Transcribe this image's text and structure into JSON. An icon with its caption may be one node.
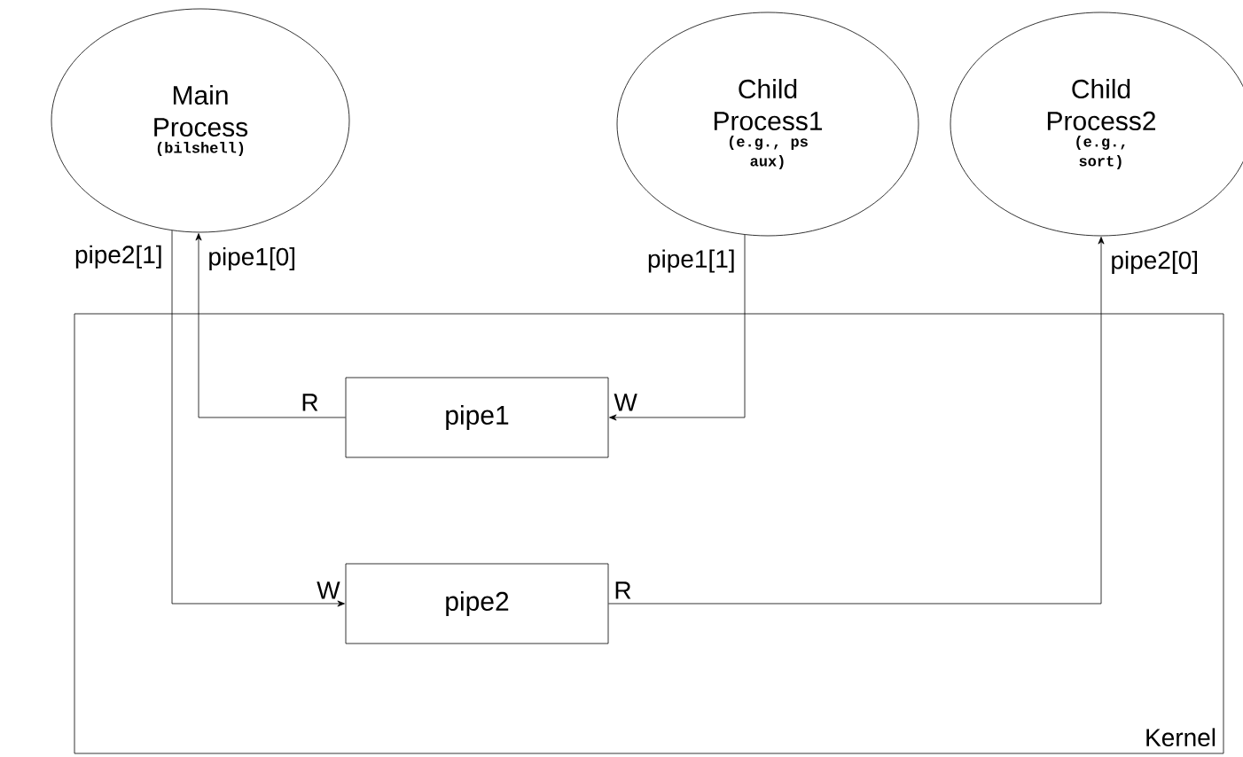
{
  "diagram": {
    "nodes": [
      {
        "text": [
          "Main Process",
          "(bilshell)"
        ]
      },
      {
        "text": [
          "Child Process1",
          "(e.g., ps aux)"
        ]
      },
      {
        "text": [
          "Child Process2",
          "(e.g., sort)"
        ]
      },
      {
        "text": [
          "Kernel"
        ]
      },
      {
        "text": [
          "pipe1"
        ],
        "in": 3
      },
      {
        "text": [
          "pipe2"
        ],
        "in": 3
      }
    ],
    "edges": [
      {
        "from": 4,
        "to": 0,
        "arrow": "to",
        "label": "pipe1[0]"
      },
      {
        "from": 1,
        "to": 4,
        "arrow": "to",
        "label": "pipe1[1]"
      },
      {
        "from": 0,
        "to": 5,
        "arrow": "to",
        "label": "pipe2[1]"
      },
      {
        "from": 5,
        "to": 2,
        "arrow": "to",
        "label": "pipe2[0]"
      }
    ],
    "labels": [
      "R",
      "W",
      "W",
      "R"
    ]
  }
}
